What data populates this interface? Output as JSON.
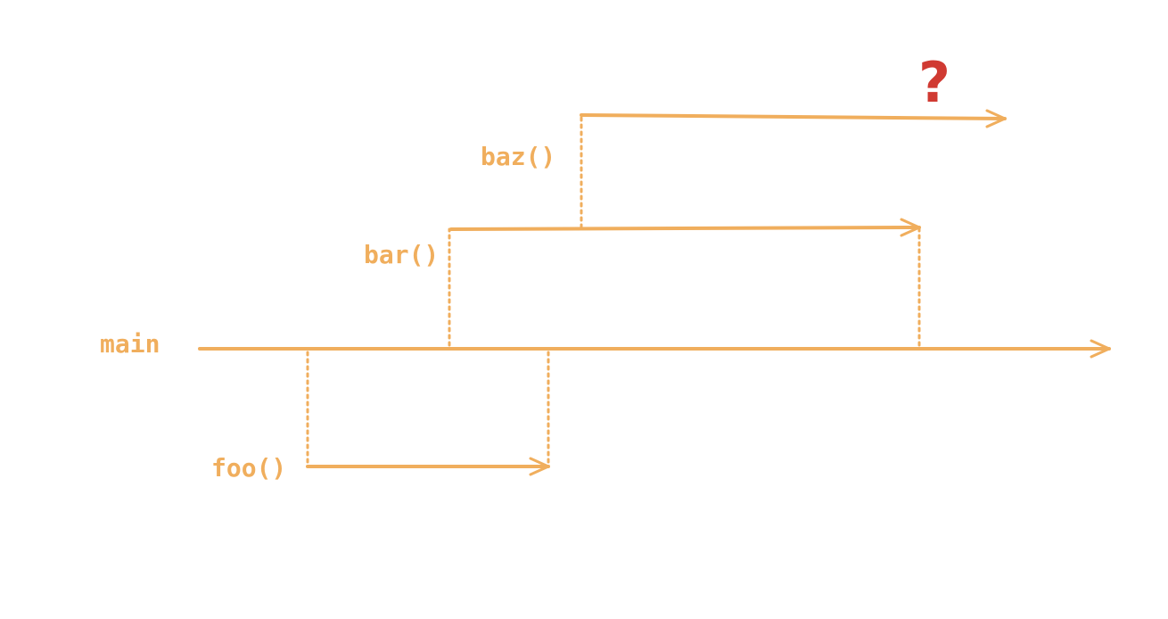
{
  "diagram": {
    "labels": {
      "main": "main",
      "foo": "foo()",
      "bar": "bar()",
      "baz": "baz()",
      "question": "?"
    },
    "colors": {
      "stroke": "#F0AE5D",
      "question": "#D03A32",
      "background": "#FFFFFF"
    }
  }
}
